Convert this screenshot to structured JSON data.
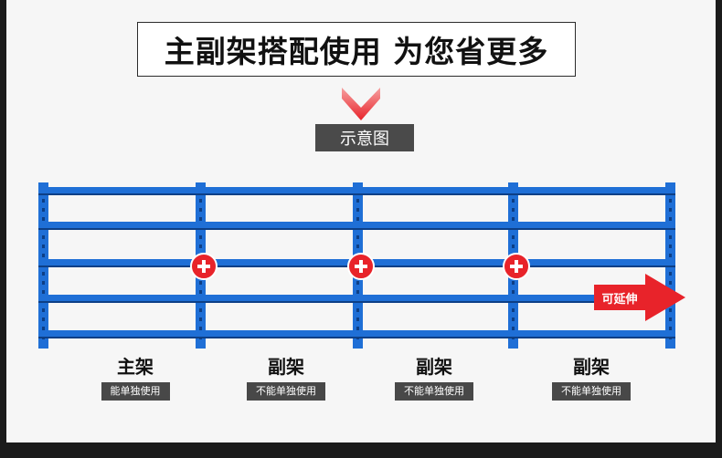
{
  "headline": "主副架搭配使用 为您省更多",
  "diagram_tag": "示意图",
  "extend_label": "可延伸",
  "plus_icon": "plus-circle-icon",
  "colors": {
    "shelf_blue": "#1f6fd6",
    "accent_red": "#e8232a",
    "tag_gray": "#4a4a4a"
  },
  "units": [
    {
      "title": "主架",
      "note": "能单独使用"
    },
    {
      "title": "副架",
      "note": "不能单独使用"
    },
    {
      "title": "副架",
      "note": "不能单独使用"
    },
    {
      "title": "副架",
      "note": "不能单独使用"
    }
  ]
}
